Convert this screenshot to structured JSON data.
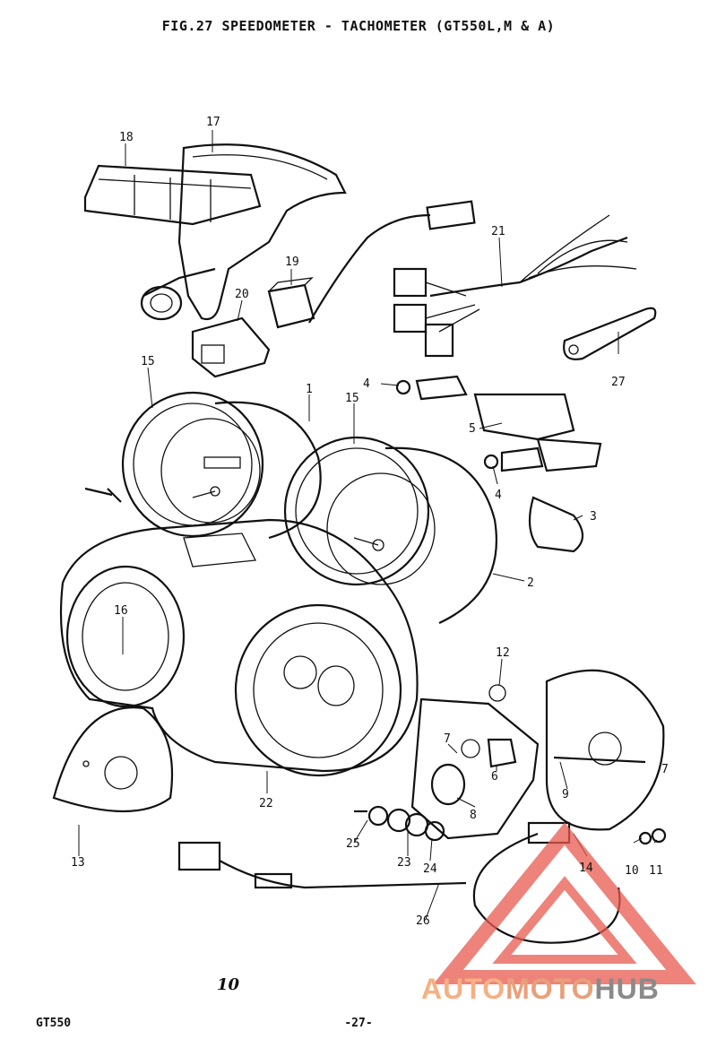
{
  "header": {
    "title": "FIG.27  SPEEDOMETER - TACHOMETER (GT550L,M & A)"
  },
  "footer": {
    "model": "GT550",
    "page_number": "-27-"
  },
  "stamp": {
    "text": "10"
  },
  "watermark": {
    "text_a": "AUTO",
    "text_b": "MOTO",
    "text_c": "HUB",
    "color_triangle": "#e85a4f",
    "color_text": "#f4b183"
  },
  "callouts": {
    "c1": "1",
    "c2": "2",
    "c3": "3",
    "c4a": "4",
    "c4b": "4",
    "c5": "5",
    "c6": "6",
    "c7a": "7",
    "c7b": "7",
    "c8": "8",
    "c9": "9",
    "c10": "10",
    "c11": "11",
    "c12": "12",
    "c13": "13",
    "c14": "14",
    "c15a": "15",
    "c15b": "15",
    "c16": "16",
    "c17": "17",
    "c18": "18",
    "c19": "19",
    "c20": "20",
    "c21": "21",
    "c22": "22",
    "c23": "23",
    "c24": "24",
    "c25": "25",
    "c26": "26",
    "c27": "27"
  }
}
